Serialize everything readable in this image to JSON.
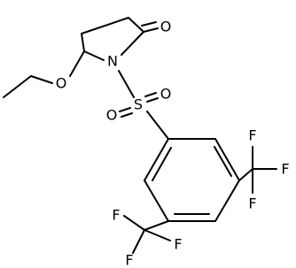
{
  "molecule": {
    "atoms": {
      "carbonyl_oxygen": "O",
      "ring_nitrogen": "N",
      "ether_oxygen": "O",
      "sulfur": "S",
      "sulfonyl_oxygen_left": "O",
      "sulfonyl_oxygen_right": "O",
      "cf3_upper_f_top": "F",
      "cf3_upper_f_right": "F",
      "cf3_upper_f_bottom": "F",
      "cf3_lower_f_left": "F",
      "cf3_lower_f_bottom_left": "F",
      "cf3_lower_f_bottom_right": "F"
    }
  },
  "colors": {
    "bond": "#000000",
    "label": "#000000",
    "background": "#ffffff"
  }
}
